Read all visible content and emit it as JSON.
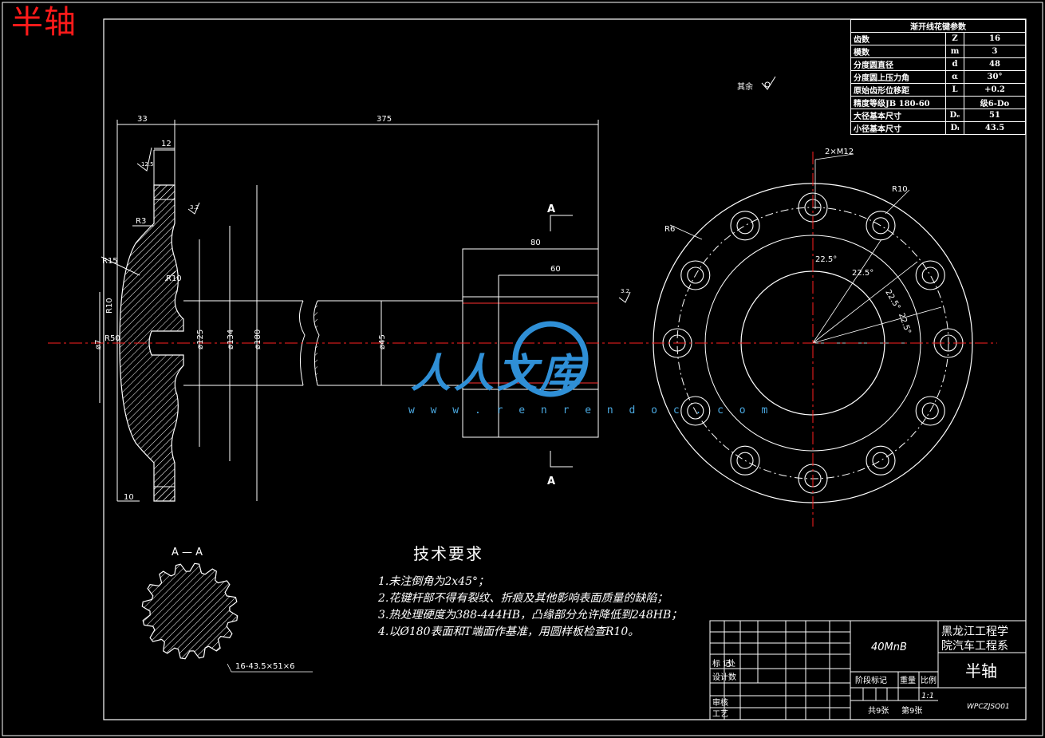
{
  "corner_title": "半轴",
  "spline_params": {
    "title": "渐开线花键参数",
    "rows": [
      {
        "name": "齿数",
        "symbol": "Z",
        "value": "16"
      },
      {
        "name": "模数",
        "symbol": "m",
        "value": "3"
      },
      {
        "name": "分度圆直径",
        "symbol": "d",
        "value": "48"
      },
      {
        "name": "分度圆上压力角",
        "symbol": "α",
        "value": "30°"
      },
      {
        "name": "原始齿形位移距",
        "symbol": "L",
        "value": "+0.2"
      },
      {
        "name": "精度等级JB 180-60",
        "symbol": "",
        "value": "级6-Do"
      },
      {
        "name": "大径基本尺寸",
        "symbol": "Dₑ",
        "value": "51"
      },
      {
        "name": "小径基本尺寸",
        "symbol": "Dᵢ",
        "value": "43.5"
      }
    ]
  },
  "rest_roughness": "其余",
  "dims": {
    "d33": "33",
    "d375": "375",
    "d12": "12",
    "d80": "80",
    "d60": "60",
    "d10": "10",
    "r3": "R3",
    "r15": "R15",
    "r10a": "R10",
    "r10b": "R10",
    "r50": "R50",
    "phi7": "ø7",
    "phi125": "ø125",
    "phi134": "ø134",
    "phi180": "ø180",
    "phi45": "ø45",
    "rough1": "12.5",
    "rough2": "3.2",
    "rough3": "3.2",
    "m12": "2×M12",
    "r10c": "R10",
    "r6": "R6",
    "ang1": "22.5°",
    "ang2": "22.5°",
    "ang3": "22.5°",
    "ang4": "22.5°"
  },
  "section_labels": {
    "a_top": "A",
    "a_bottom": "A",
    "section": "A — A"
  },
  "spline_note": "16-43.5×51×6",
  "watermark": {
    "brand": "人人文库",
    "url": "w w w . r e n r e n d o c . c o m"
  },
  "tech_requirements": {
    "title": "技术要求",
    "items": [
      "1.未注倒角为2x45°；",
      "2.花键杆部不得有裂纹、折痕及其他影响表面质量的缺陷；",
      "3.热处理硬度为388-444HB，凸缘部分允许降低到248HB；",
      "4.以Ø180表面和T端面作基准，用圆样板检查R10。"
    ]
  },
  "title_block": {
    "material": "40MnB",
    "school": "黑龙江工程学院汽车工程系",
    "school_l1": "黑龙江工程学",
    "school_l2": "院汽车工程系",
    "part_name": "半轴",
    "stage_mark": "阶段标记",
    "weight": "重量",
    "scale_label": "比例",
    "scale": "1:1",
    "mark": "标 记",
    "place": "处",
    "design": "设计",
    "count": "数",
    "review": "审核",
    "process": "工艺",
    "sheets_total": "共9张",
    "sheet_no": "第9张",
    "drawing_no": "WPCZJSQ01"
  },
  "colors": {
    "line": "#ffffff",
    "center": "#ff2020",
    "title": "#ff1a1a",
    "watermark": "#2f8fd6"
  }
}
